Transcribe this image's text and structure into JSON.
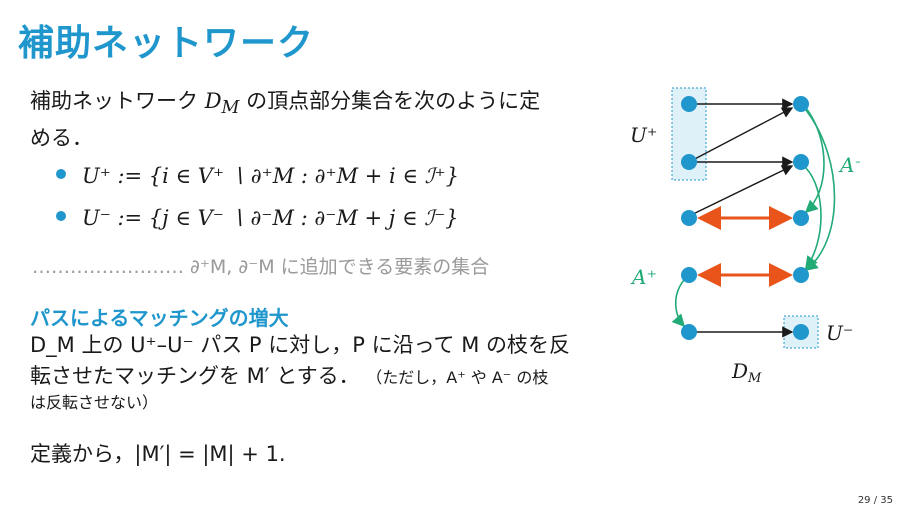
{
  "title": "補助ネットワーク",
  "intro": {
    "line1": "補助ネットワーク D",
    "dm_sub": "M",
    "line1_rest": " の頂点部分集合を次のように定",
    "line2": "める．"
  },
  "bullets": [
    {
      "text": "U⁺ := {i ∈ V⁺ ∖ ∂⁺M : ∂⁺M + i ∈ ℐ⁺}"
    },
    {
      "text": "U⁻ := {j ∈ V⁻ ∖ ∂⁻M : ∂⁻M + j ∈ ℐ⁻}"
    }
  ],
  "note": "…………………… ∂⁺M, ∂⁻M に追加できる要素の集合",
  "subheading": "パスによるマッチングの増大",
  "paragraph": {
    "line1": "D_M 上の U⁺–U⁻ パス P に対し，P に沿って M の枝を反",
    "line2": "転させたマッチングを M′ とする．",
    "line2_small": "（ただし，A⁺ や A⁻ の枝",
    "line3": "は反転させない）"
  },
  "conclusion": "定義から，|M′| = |M| + 1.",
  "diagram": {
    "label_uplus": "U⁺",
    "label_aminus": "A⁻",
    "label_aplus": "A⁺",
    "label_uminus": "U⁻",
    "label_dm": "D",
    "label_dm_sub": "M",
    "node_color": "#1f96cc",
    "edge_black": "#1a1a1a",
    "edge_orange": "#e8541a",
    "edge_green": "#22aa77",
    "highlight_fill": "#dff1f8"
  },
  "page_number": "29 / 35"
}
